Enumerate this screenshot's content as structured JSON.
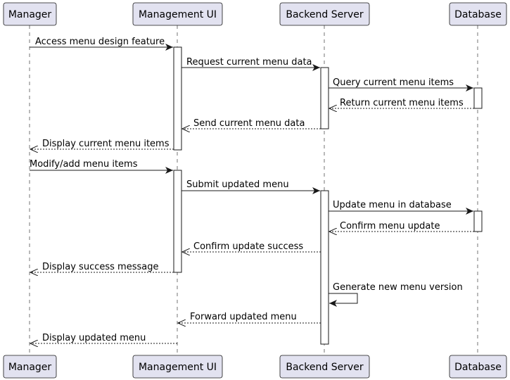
{
  "participants": [
    {
      "id": "manager",
      "label": "Manager"
    },
    {
      "id": "ui",
      "label": "Management UI"
    },
    {
      "id": "backend",
      "label": "Backend Server"
    },
    {
      "id": "db",
      "label": "Database"
    }
  ],
  "messages": [
    {
      "from": "manager",
      "to": "ui",
      "text": "Access menu design feature",
      "reply": false
    },
    {
      "from": "ui",
      "to": "backend",
      "text": "Request current menu data",
      "reply": false
    },
    {
      "from": "backend",
      "to": "db",
      "text": "Query current menu items",
      "reply": false
    },
    {
      "from": "db",
      "to": "backend",
      "text": "Return current menu items",
      "reply": true
    },
    {
      "from": "backend",
      "to": "ui",
      "text": "Send current menu data",
      "reply": true
    },
    {
      "from": "ui",
      "to": "manager",
      "text": "Display current menu items",
      "reply": true
    },
    {
      "from": "manager",
      "to": "ui",
      "text": "Modify/add menu items",
      "reply": false
    },
    {
      "from": "ui",
      "to": "backend",
      "text": "Submit updated menu",
      "reply": false
    },
    {
      "from": "backend",
      "to": "db",
      "text": "Update menu in database",
      "reply": false
    },
    {
      "from": "db",
      "to": "backend",
      "text": "Confirm menu update",
      "reply": true
    },
    {
      "from": "backend",
      "to": "ui",
      "text": "Confirm update success",
      "reply": true
    },
    {
      "from": "ui",
      "to": "manager",
      "text": "Display success message",
      "reply": true
    },
    {
      "from": "backend",
      "to": "backend",
      "text": "Generate new menu version",
      "reply": false
    },
    {
      "from": "backend",
      "to": "ui",
      "text": "Forward updated menu",
      "reply": true
    },
    {
      "from": "ui",
      "to": "manager",
      "text": "Display updated menu",
      "reply": true
    }
  ]
}
